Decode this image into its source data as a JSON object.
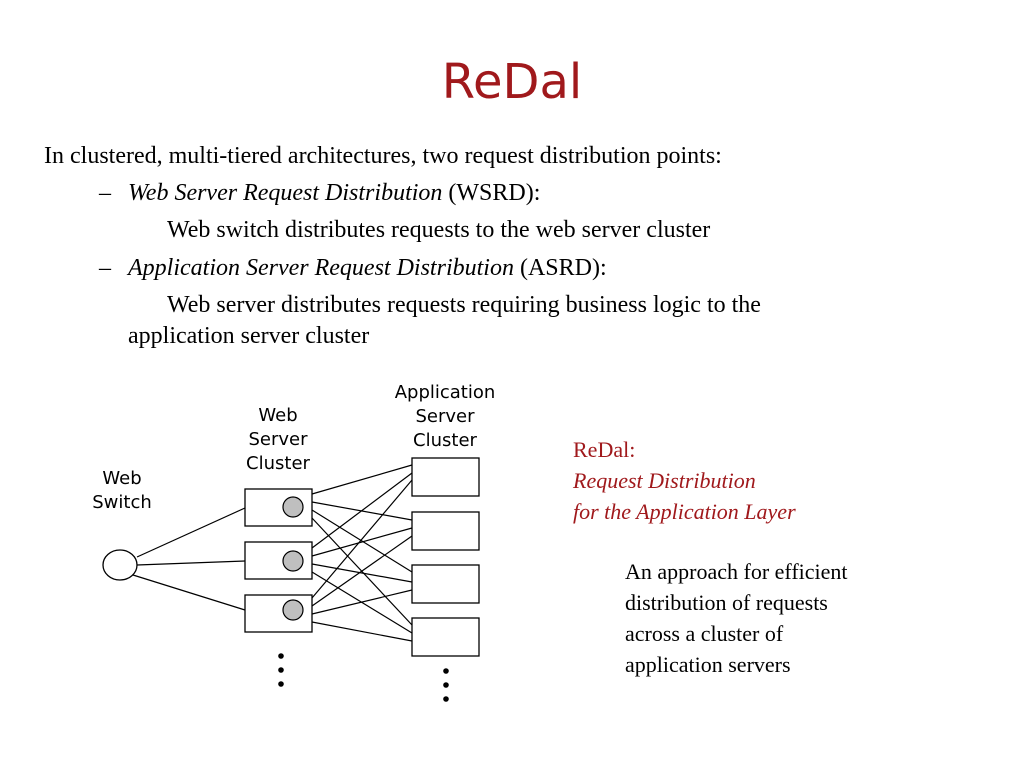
{
  "title": "ReDal",
  "intro": "In clustered, multi-tiered architectures, two request distribution points:",
  "bullets": [
    {
      "dash": "–",
      "italic": "Web Server Request Distribution",
      "rest": " (WSRD):",
      "detail": "Web switch distributes requests to the web server cluster"
    },
    {
      "dash": "–",
      "italic": "Application Server Request Distribution",
      "rest": " (ASRD):",
      "detail_line1": "Web server distributes requests requiring business logic to the",
      "detail_line2": "application server cluster"
    }
  ],
  "diagram": {
    "web_switch_label": "Web\nSwitch",
    "web_cluster_label": "Web\nServer\nCluster",
    "app_cluster_label": "Application\nServer\nCluster",
    "ellipsis": "⋮"
  },
  "redal": {
    "line1": "ReDal:",
    "line2": "Request Distribution",
    "line3": "for the Application Layer"
  },
  "description": {
    "line1": "An approach for efficient",
    "line2": "distribution of requests",
    "line3": "across a cluster of",
    "line4": "application servers"
  },
  "colors": {
    "accent": "#a0191c",
    "server_dot": "#bfbfbf"
  }
}
